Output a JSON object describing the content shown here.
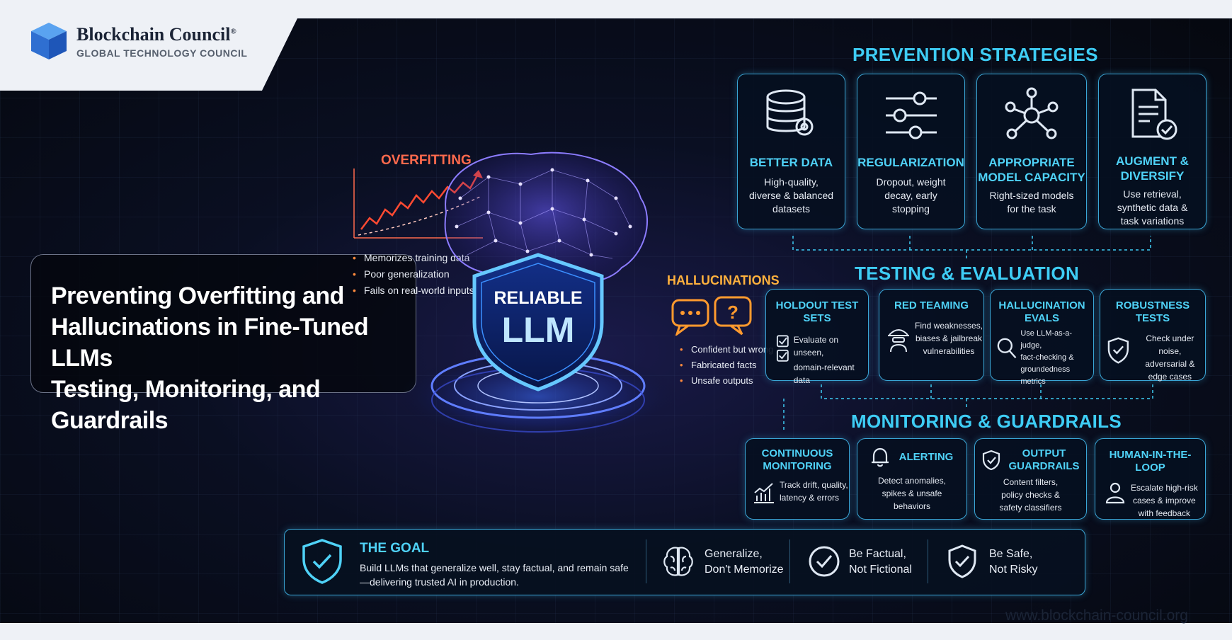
{
  "brand": {
    "name": "Blockchain Council",
    "reg": "®",
    "subtitle": "GLOBAL TECHNOLOGY COUNCIL"
  },
  "title_lines": [
    "Preventing Overfitting and",
    "Hallucinations in Fine-Tuned LLMs",
    "Testing, Monitoring, and Guardrails"
  ],
  "overfitting": {
    "title": "OVERFITTING",
    "bullets": [
      "Memorizes training data",
      "Poor generalization",
      "Fails on real-world inputs"
    ]
  },
  "center": {
    "line1": "RELIABLE",
    "line2": "LLM"
  },
  "hallucinations": {
    "title": "HALLUCINATIONS",
    "icons": [
      "speech-bubble-icon",
      "question-bubble-icon"
    ],
    "bullets": [
      "Confident but wrong",
      "Fabricated facts",
      "Unsafe outputs"
    ]
  },
  "prevention": {
    "title": "PREVENTION STRATEGIES",
    "cards": [
      {
        "icon": "database-gear-icon",
        "title_lines": [
          "BETTER DATA"
        ],
        "desc_lines": [
          "High-quality,",
          "diverse & balanced",
          "datasets"
        ]
      },
      {
        "icon": "sliders-icon",
        "title_lines": [
          "REGULARIZATION"
        ],
        "desc_lines": [
          "Dropout, weight",
          "decay, early",
          "stopping"
        ]
      },
      {
        "icon": "network-icon",
        "title_lines": [
          "APPROPRIATE",
          "MODEL CAPACITY"
        ],
        "desc_lines": [
          "Right-sized models",
          "for the task"
        ]
      },
      {
        "icon": "document-check-icon",
        "title_lines": [
          "AUGMENT &",
          "DIVERSIFY"
        ],
        "desc_lines": [
          "Use retrieval,",
          "synthetic data &",
          "task variations"
        ]
      }
    ]
  },
  "testing": {
    "title": "TESTING & EVALUATION",
    "cards": [
      {
        "icon": "checkbox-list-icon",
        "title_lines": [
          "HOLDOUT TEST SETS"
        ],
        "desc_lines": [
          "Evaluate on unseen,",
          "domain-relevant data"
        ]
      },
      {
        "icon": "hacker-icon",
        "title_lines": [
          "RED TEAMING"
        ],
        "desc_lines": [
          "Find weaknesses,",
          "biases & jailbreak",
          "vulnerabilities"
        ]
      },
      {
        "icon": "magnifier-icon",
        "title_lines": [
          "HALLUCINATION",
          "EVALS"
        ],
        "desc_lines": [
          "Use LLM-as-a-judge,",
          "fact-checking &",
          "groundedness metrics"
        ]
      },
      {
        "icon": "shield-check-icon",
        "title_lines": [
          "ROBUSTNESS TESTS"
        ],
        "desc_lines": [
          "Check under noise,",
          "adversarial &",
          "edge cases"
        ]
      }
    ]
  },
  "monitoring": {
    "title": "MONITORING & GUARDRAILS",
    "cards": [
      {
        "icon": "chart-trend-icon",
        "title_lines": [
          "CONTINUOUS",
          "MONITORING"
        ],
        "desc_lines": [
          "Track drift, quality,",
          "latency & errors"
        ]
      },
      {
        "icon": "bell-icon",
        "title_lines": [
          "ALERTING"
        ],
        "desc_lines": [
          "Detect anomalies,",
          "spikes & unsafe",
          "behaviors"
        ]
      },
      {
        "icon": "shield-check-icon",
        "title_lines": [
          "OUTPUT",
          "GUARDRAILS"
        ],
        "desc_lines": [
          "Content filters,",
          "policy checks &",
          "safety classifiers"
        ]
      },
      {
        "icon": "person-icon",
        "title_lines": [
          "HUMAN-IN-THE-LOOP"
        ],
        "desc_lines": [
          "Escalate high-risk",
          "cases & improve",
          "with feedback"
        ]
      }
    ]
  },
  "goal": {
    "title": "THE GOAL",
    "desc": "Build LLMs that generalize well, stay factual, and remain safe—delivering trusted AI in production.",
    "items": [
      {
        "icon": "brain-icon",
        "lines": [
          "Generalize,",
          "Don't Memorize"
        ]
      },
      {
        "icon": "check-circle-icon",
        "lines": [
          "Be Factual,",
          "Not Fictional"
        ]
      },
      {
        "icon": "shield-check-icon",
        "lines": [
          "Be Safe,",
          "Not Risky"
        ]
      }
    ]
  },
  "website": "www.blockchain-council.org"
}
